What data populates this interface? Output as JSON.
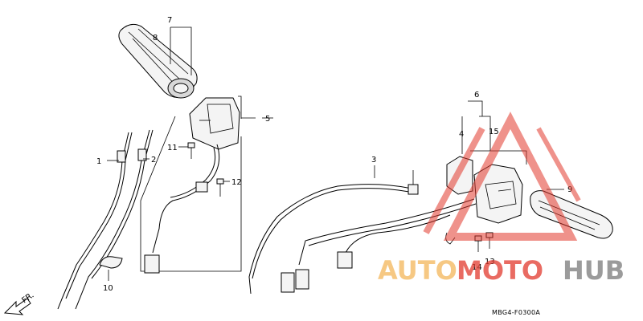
{
  "callouts": {
    "c1": "1",
    "c2": "2",
    "c3": "3",
    "c4": "4",
    "c5": "5",
    "c6": "6",
    "c7": "7",
    "c8": "8",
    "c9": "9",
    "c10": "10",
    "c11": "11",
    "c12": "12",
    "c13": "13",
    "c14": "14",
    "c15": "15"
  },
  "front_arrow_label": "FR.",
  "diagram_code": "MBG4-F0300A",
  "watermark": {
    "part1": "AUTO",
    "part2": "MOTO",
    "part3": "HUB",
    "colors": {
      "auto": "#f3b65a",
      "moto": "#e23a2e",
      "hub": "#7a7a7a"
    }
  }
}
